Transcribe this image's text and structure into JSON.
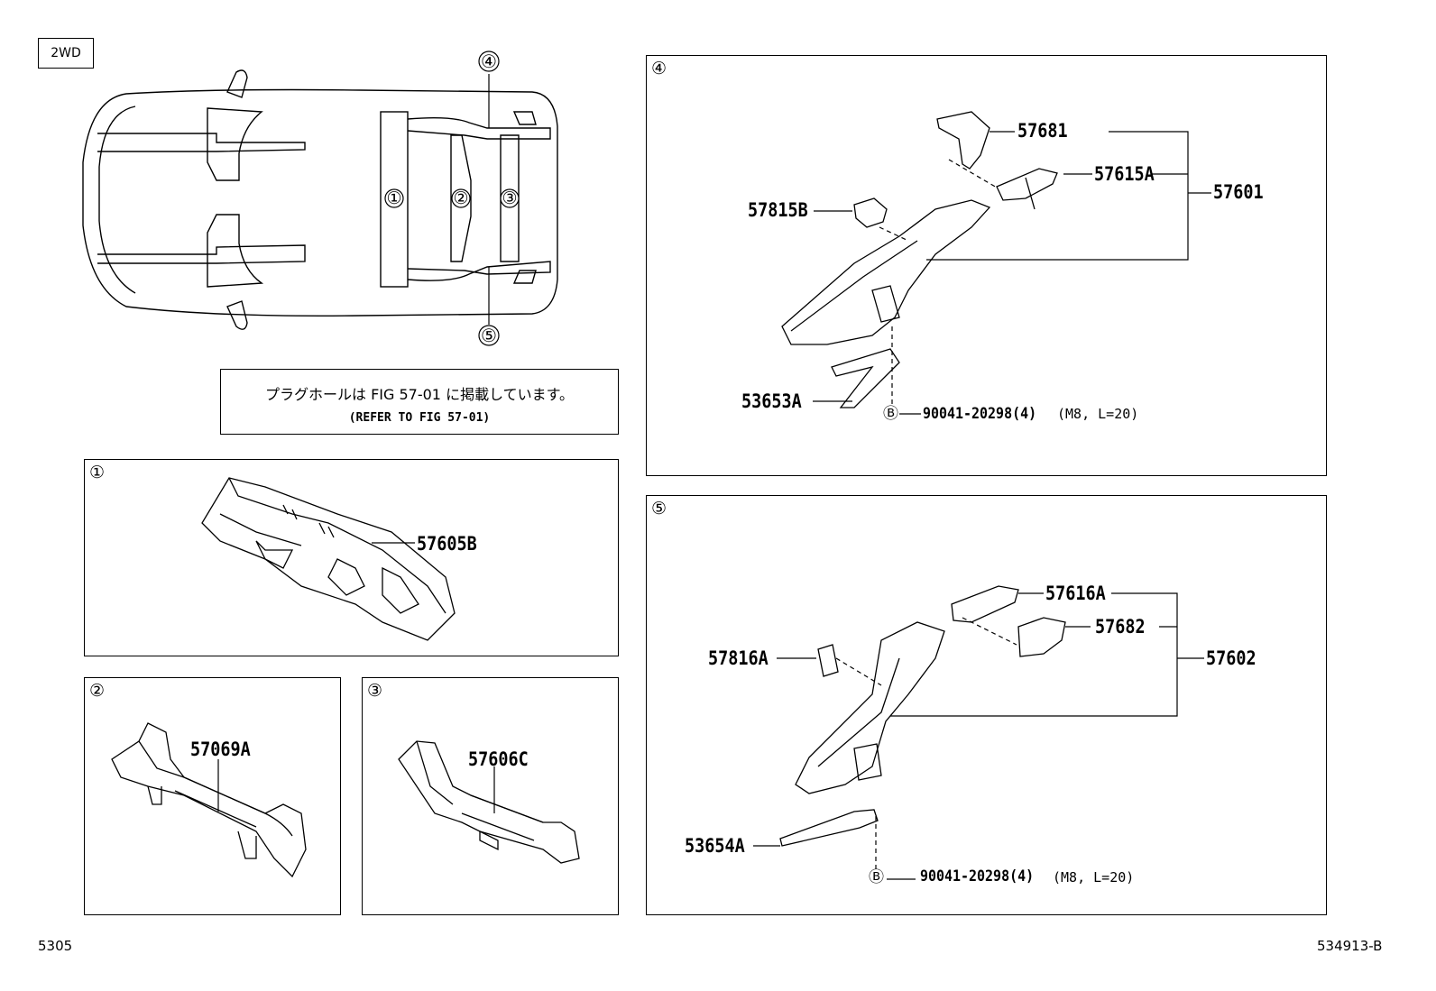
{
  "drive_type": "2WD",
  "overview": {
    "callouts": [
      "①",
      "②",
      "③",
      "④",
      "⑤"
    ]
  },
  "note": {
    "line1": "プラグホールは FIG 57-01 に掲載しています。",
    "line2": "(REFER TO FIG 57-01)"
  },
  "panel1": {
    "tag": "①",
    "parts": [
      "57605B"
    ]
  },
  "panel2": {
    "tag": "②",
    "parts": [
      "57069A"
    ]
  },
  "panel3": {
    "tag": "③",
    "parts": [
      "57606C"
    ]
  },
  "panel4": {
    "tag": "④",
    "parts": [
      "57681",
      "57615A",
      "57601",
      "57815B",
      "53653A"
    ],
    "bolt_ref": "Ⓑ",
    "bolt_part": "90041-20298(4)",
    "bolt_spec": "(M8, L=20)"
  },
  "panel5": {
    "tag": "⑤",
    "parts": [
      "57616A",
      "57682",
      "57602",
      "57816A",
      "53654A"
    ],
    "bolt_ref": "Ⓑ",
    "bolt_part": "90041-20298(4)",
    "bolt_spec": "(M8, L=20)"
  },
  "footer": {
    "left": "5305",
    "right": "534913-B"
  }
}
